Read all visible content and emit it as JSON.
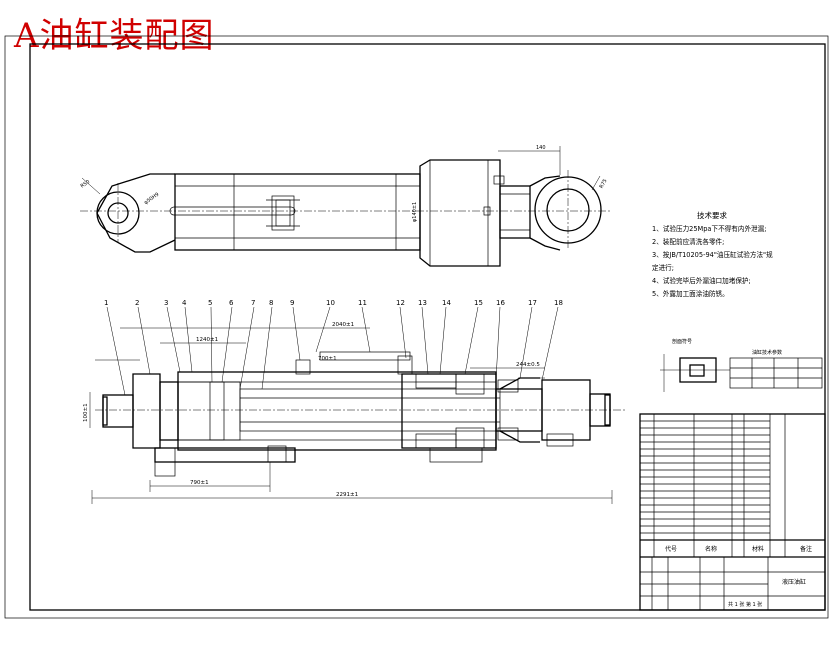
{
  "stamp_title": "A油缸装配图",
  "tech_requirements": {
    "title": "技术要求",
    "items": [
      "1、试验压力25Mpa下不得有内外泄漏;",
      "2、装配前应清洗各零件;",
      "3、按JB/T10205-94\"油压缸试验方法\"规",
      "定进行;",
      "4、试验完毕后外漏油口加堵保护;",
      "5、外露加工面涂油防锈。"
    ]
  },
  "part_numbers": [
    "1",
    "2",
    "3",
    "4",
    "5",
    "6",
    "7",
    "8",
    "9",
    "10",
    "11",
    "12",
    "13",
    "14",
    "15",
    "16",
    "17",
    "18"
  ],
  "dimensions": {
    "overall_length": "2291±1",
    "stroke": "790±1",
    "piston_side": "2040±1",
    "retracted": "1240±1",
    "rod_side": "700±1",
    "flange_height": "100±1",
    "rod_end_offset": "244±0.5"
  },
  "section_note": {
    "label": "剖面符号",
    "table_title": "油缸技术参数"
  },
  "title_block": {
    "header_code": "代号",
    "header_name": "名称",
    "header_material": "材料",
    "header_remark": "备注",
    "drawing_name": "液压油缸",
    "sheet_info": "共 1 张 第 1 张"
  }
}
